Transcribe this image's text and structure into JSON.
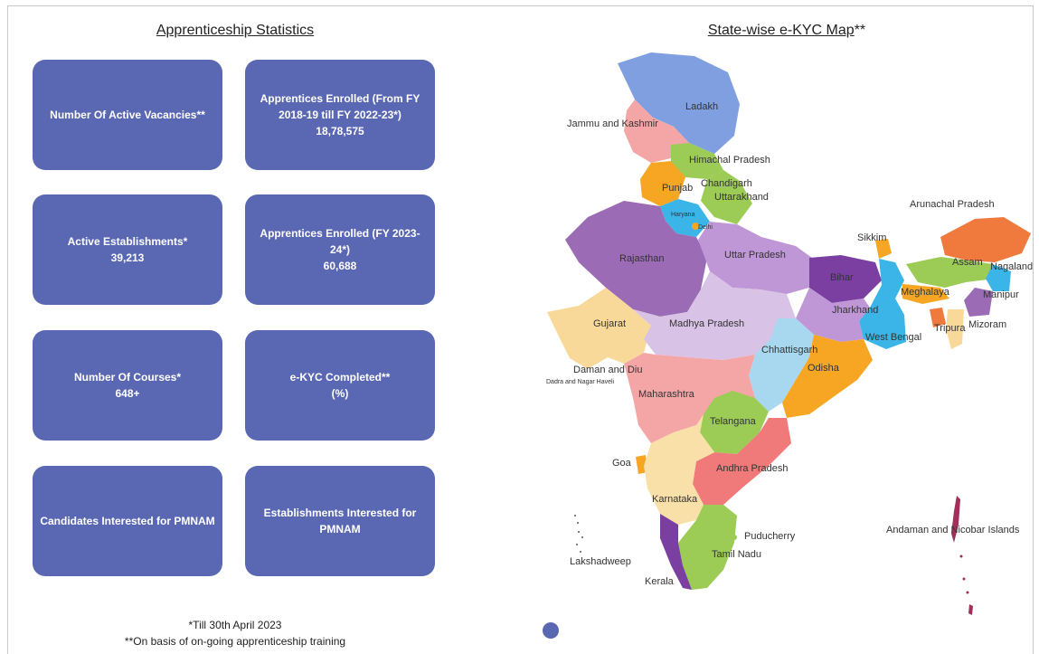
{
  "left_panel": {
    "title": "Apprenticeship Statistics",
    "cards": [
      {
        "label": "Number Of Active Vacancies**",
        "value": ""
      },
      {
        "label": "Apprentices Enrolled (From FY 2018-19 till FY 2022-23*)",
        "value": "18,78,575"
      },
      {
        "label": "Active Establishments*",
        "value": "39,213"
      },
      {
        "label": "Apprentices Enrolled (FY 2023-24*)",
        "value": "60,688"
      },
      {
        "label": "Number Of Courses*",
        "value": "648+"
      },
      {
        "label": "e-KYC Completed**",
        "value": "(%)"
      },
      {
        "label": "Candidates Interested for PMNAM",
        "value": ""
      },
      {
        "label": "Establishments Interested for PMNAM",
        "value": ""
      }
    ],
    "footnotes": [
      "*Till 30th April 2023",
      "**On basis of on-going apprenticeship training"
    ]
  },
  "map": {
    "title": "State-wise e-KYC Map",
    "title_suffix": "**",
    "states": [
      {
        "name": "Ladakh",
        "color": "#7f9fe0"
      },
      {
        "name": "Jammu and Kashmir",
        "color": "#f4a6a6"
      },
      {
        "name": "Himachal Pradesh",
        "color": "#9ccc55"
      },
      {
        "name": "Punjab",
        "color": "#f6a623"
      },
      {
        "name": "Chandigarh",
        "color": "#9ccc55"
      },
      {
        "name": "Uttarakhand",
        "color": "#9ccc55"
      },
      {
        "name": "Haryana",
        "color": "#3bb5e8"
      },
      {
        "name": "Delhi",
        "color": "#f6a623"
      },
      {
        "name": "Rajasthan",
        "color": "#9b6bb5"
      },
      {
        "name": "Uttar Pradesh",
        "color": "#bf96d6"
      },
      {
        "name": "Bihar",
        "color": "#7a3fa0"
      },
      {
        "name": "Sikkim",
        "color": "#f6a623"
      },
      {
        "name": "Arunachal Pradesh",
        "color": "#f07a3d"
      },
      {
        "name": "Assam",
        "color": "#9ccc55"
      },
      {
        "name": "Nagaland",
        "color": "#3bb5e8"
      },
      {
        "name": "Meghalaya",
        "color": "#f6a623"
      },
      {
        "name": "Manipur",
        "color": "#9b6bb5"
      },
      {
        "name": "Tripura",
        "color": "#f07a3d"
      },
      {
        "name": "Mizoram",
        "color": "#f9d99a"
      },
      {
        "name": "West Bengal",
        "color": "#3bb5e8"
      },
      {
        "name": "Jharkhand",
        "color": "#bf96d6"
      },
      {
        "name": "Gujarat",
        "color": "#f9d99a"
      },
      {
        "name": "Madhya Pradesh",
        "color": "#d8c3e6"
      },
      {
        "name": "Chhattisgarh",
        "color": "#a8d8f0"
      },
      {
        "name": "Odisha",
        "color": "#f6a623"
      },
      {
        "name": "Daman and Diu",
        "color": "#f9d99a"
      },
      {
        "name": "Dadra and Nagar Haveli",
        "color": "#f9d99a"
      },
      {
        "name": "Maharashtra",
        "color": "#f4a6a6"
      },
      {
        "name": "Telangana",
        "color": "#9ccc55"
      },
      {
        "name": "Goa",
        "color": "#f6a623"
      },
      {
        "name": "Andhra Pradesh",
        "color": "#f07a7a"
      },
      {
        "name": "Karnataka",
        "color": "#f9dfa8"
      },
      {
        "name": "Puducherry",
        "color": "#9ccc55"
      },
      {
        "name": "Tamil Nadu",
        "color": "#9ccc55"
      },
      {
        "name": "Kerala",
        "color": "#7a3fa0"
      },
      {
        "name": "Lakshadweep",
        "color": "#555555"
      },
      {
        "name": "Andaman and Nicobar Islands",
        "color": "#a0305a"
      }
    ]
  }
}
